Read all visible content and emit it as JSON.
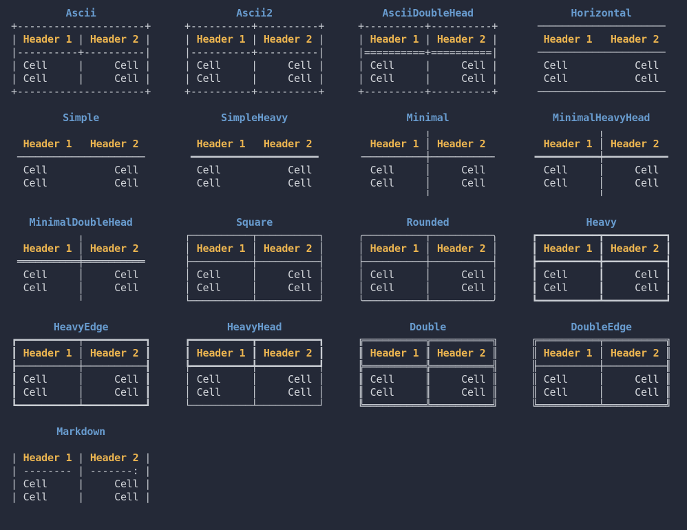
{
  "colors": {
    "background": "#242937",
    "title": "#689bce",
    "header": "#ecb550",
    "cell": "#d3d6db",
    "border": "#c8ccd2"
  },
  "header_labels": [
    "Header 1",
    "Header 2"
  ],
  "cell_label": "Cell",
  "tables": [
    {
      "title": "Ascii",
      "lines": [
        "+---------------------+",
        "| Header 1 | Header 2 |",
        "|----------+----------|",
        "| Cell     |     Cell |",
        "| Cell     |     Cell |",
        "+---------------------+"
      ]
    },
    {
      "title": "Ascii2",
      "lines": [
        "+----------+----------+",
        "| Header 1 | Header 2 |",
        "|----------+----------|",
        "| Cell     |     Cell |",
        "| Cell     |     Cell |",
        "+----------+----------+"
      ]
    },
    {
      "title": "AsciiDoubleHead",
      "lines": [
        "+----------+----------+",
        "| Header 1 | Header 2 |",
        "|==========+==========|",
        "| Cell     |     Cell |",
        "| Cell     |     Cell |",
        "+----------+----------+"
      ]
    },
    {
      "title": "Horizontal",
      "lines": [
        " ───────────────────── ",
        "  Header 1   Header 2  ",
        " ───────────────────── ",
        "  Cell           Cell  ",
        "  Cell           Cell  ",
        " ───────────────────── "
      ]
    },
    {
      "title": "Simple",
      "lines": [
        "                       ",
        "  Header 1   Header 2  ",
        " ───────────────────── ",
        "  Cell           Cell  ",
        "  Cell           Cell  ",
        "                       "
      ]
    },
    {
      "title": "SimpleHeavy",
      "lines": [
        "                       ",
        "  Header 1   Header 2  ",
        " ━━━━━━━━━━━━━━━━━━━━━ ",
        "  Cell           Cell  ",
        "  Cell           Cell  ",
        "                       "
      ]
    },
    {
      "title": "Minimal",
      "lines": [
        "           ╷           ",
        "  Header 1 │ Header 2  ",
        "╶──────────┼──────────╴",
        "  Cell     │     Cell  ",
        "  Cell     │     Cell  ",
        "           ╵           "
      ]
    },
    {
      "title": "MinimalHeavyHead",
      "lines": [
        "           ╷           ",
        "  Header 1 │ Header 2  ",
        "╺━━━━━━━━━━┿━━━━━━━━━━╸",
        "  Cell     │     Cell  ",
        "  Cell     │     Cell  ",
        "           ╵           "
      ]
    },
    {
      "title": "MinimalDoubleHead",
      "lines": [
        "           ╷           ",
        "  Header 1 │ Header 2  ",
        " ══════════╪══════════ ",
        "  Cell     │     Cell  ",
        "  Cell     │     Cell  ",
        "           ╵           "
      ]
    },
    {
      "title": "Square",
      "lines": [
        "┌──────────┬──────────┐",
        "│ Header 1 │ Header 2 │",
        "├──────────┼──────────┤",
        "│ Cell     │     Cell │",
        "│ Cell     │     Cell │",
        "└──────────┴──────────┘"
      ]
    },
    {
      "title": "Rounded",
      "lines": [
        "╭──────────┬──────────╮",
        "│ Header 1 │ Header 2 │",
        "├──────────┼──────────┤",
        "│ Cell     │     Cell │",
        "│ Cell     │     Cell │",
        "╰──────────┴──────────╯"
      ]
    },
    {
      "title": "Heavy",
      "lines": [
        "┏━━━━━━━━━━┳━━━━━━━━━━┓",
        "┃ Header 1 ┃ Header 2 ┃",
        "┣━━━━━━━━━━╋━━━━━━━━━━┫",
        "┃ Cell     ┃     Cell ┃",
        "┃ Cell     ┃     Cell ┃",
        "┗━━━━━━━━━━┻━━━━━━━━━━┛"
      ]
    },
    {
      "title": "HeavyEdge",
      "lines": [
        "┏━━━━━━━━━━┯━━━━━━━━━━┓",
        "┃ Header 1 │ Header 2 ┃",
        "┠──────────┼──────────┨",
        "┃ Cell     │     Cell ┃",
        "┃ Cell     │     Cell ┃",
        "┗━━━━━━━━━━┷━━━━━━━━━━┛"
      ]
    },
    {
      "title": "HeavyHead",
      "lines": [
        "┏━━━━━━━━━━┳━━━━━━━━━━┓",
        "┃ Header 1 ┃ Header 2 ┃",
        "┡━━━━━━━━━━╇━━━━━━━━━━┩",
        "│ Cell     │     Cell │",
        "│ Cell     │     Cell │",
        "└──────────┴──────────┘"
      ]
    },
    {
      "title": "Double",
      "lines": [
        "╔══════════╦══════════╗",
        "║ Header 1 ║ Header 2 ║",
        "╠══════════╬══════════╣",
        "║ Cell     ║     Cell ║",
        "║ Cell     ║     Cell ║",
        "╚══════════╩══════════╝"
      ]
    },
    {
      "title": "DoubleEdge",
      "lines": [
        "╔══════════╤══════════╗",
        "║ Header 1 │ Header 2 ║",
        "╟──────────┼──────────╢",
        "║ Cell     │     Cell ║",
        "║ Cell     │     Cell ║",
        "╚══════════╧══════════╝"
      ]
    },
    {
      "title": "Markdown",
      "lines": [
        "                       ",
        "| Header 1 | Header 2 |",
        "| -------- | -------: |",
        "| Cell     |     Cell |",
        "| Cell     |     Cell |",
        "                       "
      ]
    }
  ]
}
